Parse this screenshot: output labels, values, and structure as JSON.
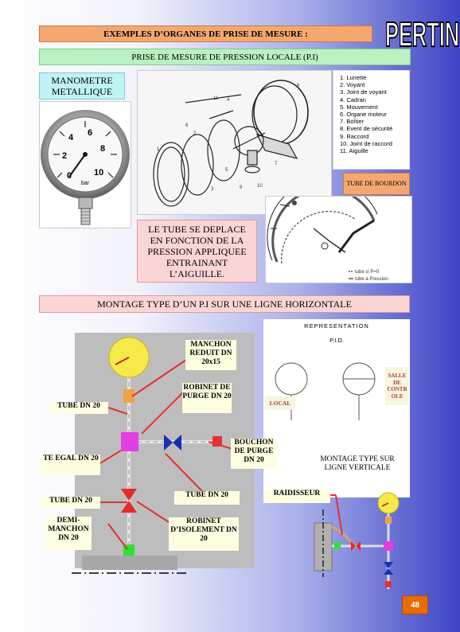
{
  "header": {
    "title": "EXEMPLES D’ORGANES DE PRISE DE MESURE :",
    "section": "PRISE DE MESURE DE PRESSION LOCALE (P.I)",
    "logo_text": "PERTIN F."
  },
  "manometer": {
    "label": "MANOMETRE METALLIQUE",
    "dial_numbers": [
      "0",
      "2",
      "4",
      "6",
      "8",
      "10"
    ],
    "unit": "bar"
  },
  "exploded": {
    "legend": [
      "1. Lunette",
      "2. Voyant",
      "3. Joint de voyant",
      "4. Cadran",
      "5. Mouvement",
      "6. Organe moteur",
      "7. Boîtier",
      "8. Event de sécurité",
      "9. Raccord",
      "10. Joint de raccord",
      "11. Aiguille"
    ]
  },
  "bourdon": {
    "label": "TUBE DE BOURDON",
    "caption_lines": [
      "tube si P=0",
      "tube à Pression"
    ]
  },
  "explanation": "LE TUBE SE DEPLACE EN FONCTION DE LA PRESSION APPLIQUEE ENTRAINANT L’AIGUILLE.",
  "montage": {
    "title": "MONTAGE TYPE D’UN P.I SUR UNE LIGNE HORIZONTALE",
    "labels": {
      "manchon_reduit": "MANCHON REDUIT DN 20x15",
      "robinet_purge": "ROBINET DE PURGE DN 20",
      "tube_dn20_top": "TUBE DN 20",
      "bouchon_purge": "BOUCHON DE PURGE DN 20",
      "te_egal": "TE EGAL DN 20",
      "tube_dn20_left": "TUBE DN 20",
      "tube_dn20_mid": "TUBE DN 20",
      "demi_manchon": "DEMI-MANCHON DN 20",
      "robinet_isolement": "ROBINET D’ISOLEMENT DN 20"
    }
  },
  "representation": {
    "title": "REPRESENTATION",
    "pid": "P.I.D.",
    "local": "LOCAL",
    "salle": "SALLE DE CONTR OLE"
  },
  "vertical": {
    "label": "MONTAGE TYPE SUR LIGNE VERTICALE",
    "raidisseur": "RAIDISSEUR"
  },
  "page_number": "48"
}
